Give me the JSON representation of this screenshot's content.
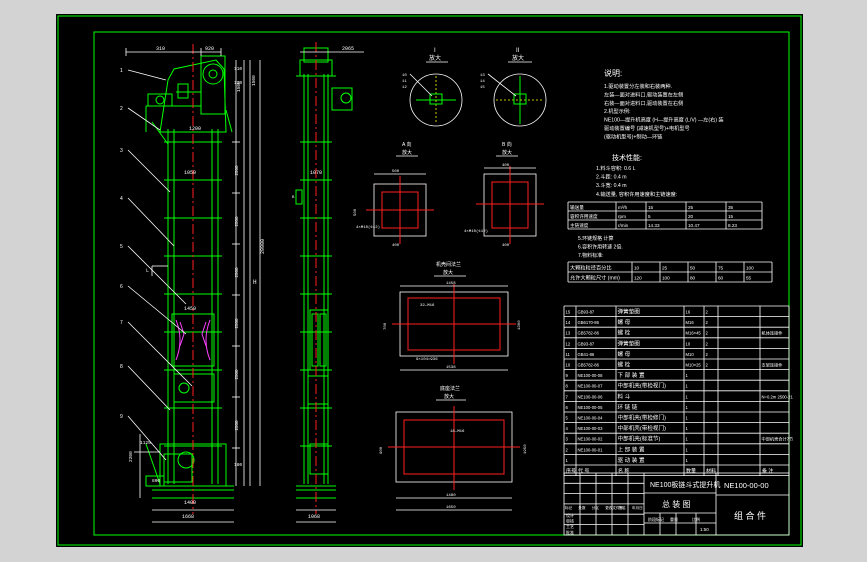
{
  "notes": {
    "heading": "说明:",
    "lines": [
      "1.驱动装置分左装和右装两种.",
      "左装—面对进料口,驱动装置在左侧",
      "右装—面对进料口,驱动装置在右侧",
      "2.机型示例:",
      "NE100—提升机高度 (H—提升高度 (L/V) —左(右) 装",
      "驱动装置编号 (减速机型号)+电机型号",
      "(驱动机型号)+制动—环链"
    ]
  },
  "tech": {
    "heading": "技术性能:",
    "lines": [
      "1.料斗容积: 0.6 L",
      "2.斗距: 0.4 m",
      "3.斗宽: 0.4 m",
      "4.输送量, 容积许用速度和主链速度:"
    ]
  },
  "perf_table": {
    "rows": [
      [
        "输送量",
        "m³/h",
        "15",
        "25",
        "35"
      ],
      [
        "容积许用速度",
        "rpm",
        "5",
        "20",
        "15"
      ],
      [
        "主链速度",
        "r/min",
        "14.33",
        "10.47",
        "8.23"
      ]
    ]
  },
  "tech_extra": [
    "5.环链规格 计算",
    "6.容积许用转速 2倍.",
    "7.物料标准:"
  ],
  "material_table": {
    "rows": [
      [
        "大颗粒粒径百分比",
        "10",
        "25",
        "50",
        "75",
        "100"
      ],
      [
        "允许大颗粒尺寸 (mm)",
        "120",
        "100",
        "80",
        "60",
        "55"
      ]
    ]
  },
  "bom": {
    "rows": [
      [
        "15",
        "GB93-87",
        "弹簧垫圈",
        "16",
        "2",
        ""
      ],
      [
        "14",
        "GB6170-86",
        "螺 母",
        "M16",
        "2",
        ""
      ],
      [
        "13",
        "GB5782-86",
        "螺 栓",
        "M16×45",
        "2",
        "机体连接件"
      ],
      [
        "12",
        "GB93-87",
        "弹簧垫圈",
        "10",
        "2",
        ""
      ],
      [
        "11",
        "GB41-86",
        "螺 母",
        "M10",
        "2",
        ""
      ],
      [
        "10",
        "GB5782-86",
        "螺 栓",
        "M10×25",
        "2",
        "支架连接件"
      ],
      [
        "9",
        "NE100-00-08",
        "下 部 装 置",
        "1",
        "",
        ""
      ],
      [
        "8",
        "NE100-00-07",
        "中部机壳(带检视门)",
        "1",
        "",
        ""
      ],
      [
        "7",
        "NE100-00-06",
        "料 斗",
        "1",
        "",
        "N=0.2m 2500-21"
      ],
      [
        "6",
        "NE100-00-05",
        "环 链 链",
        "1",
        "",
        ""
      ],
      [
        "5",
        "NE100-00-04",
        "中部机壳(带检修门)",
        "1",
        "",
        ""
      ],
      [
        "4",
        "NE100-00-03",
        "中部机壳(带检视门)",
        "1",
        "",
        ""
      ],
      [
        "3",
        "NE100-00-02",
        "中部机壳(标准节)",
        "1",
        "",
        "中部机壳合计7节"
      ],
      [
        "2",
        "NE100-00-01",
        "上 部 装 置",
        "1",
        "",
        ""
      ],
      [
        "1",
        "",
        "驱 动 装 置",
        "1",
        "",
        ""
      ]
    ],
    "header": [
      "序号",
      "代 号",
      "名 称",
      "数量",
      "材料",
      "备 注"
    ]
  },
  "title_block": {
    "product": "NE100板链斗式提升机",
    "drawing": "总 装 图",
    "code": "NE100-00-00",
    "type": "组 合 件",
    "scale": "1:50",
    "left_labels": [
      "标记",
      "处数",
      "分区",
      "更改文件号",
      "签名",
      "年月日"
    ],
    "role_labels": [
      "设计",
      "审核",
      "工艺",
      "批准"
    ],
    "mid_labels": [
      "阶段标记",
      "重量",
      "比例"
    ]
  },
  "view_labels": {
    "detail_a": "I\n放大",
    "detail_b": "II\n放大",
    "door_a": "A 向\n放大",
    "door_b": "B 向\n放大",
    "flange_top": "机壳间法兰\n放大",
    "flange_bottom": "底座法兰\n放大"
  },
  "dims": {
    "front_top": [
      "310",
      "920"
    ],
    "front_w": "1200",
    "front_w2": "1050",
    "front_mid": "1450",
    "front_base": "1400",
    "front_base2": "1668",
    "front_h": "H",
    "front_total": "29900",
    "side_top": "2065",
    "side_w": "1070",
    "side_base": "1068",
    "front_segs": [
      "2500",
      "2500",
      "2500",
      "2500",
      "2500",
      "2500"
    ],
    "flange_top_w": "1458",
    "flange_top_w2": "1538",
    "flange_bot_w": "1650",
    "flange_bot_w2": "1480",
    "door_a_w": "500",
    "door_b_w": "400",
    "door_a_note": "4×M10(¢12)",
    "door_b_note": "4×M10(¢12)",
    "flange_top_note": "32—M16",
    "flange_bot_note": "18—M16"
  },
  "part_numbers": [
    "1",
    "2",
    "3",
    "4",
    "5",
    "6",
    "7",
    "8",
    "9"
  ],
  "colors": {
    "background": "#000000",
    "frame": "#00ff00",
    "text": "#ffffff",
    "hidden": "#ffff00",
    "center": "#ff2020",
    "accent": "#ff40ff",
    "viewer": "#d3d3d3"
  }
}
